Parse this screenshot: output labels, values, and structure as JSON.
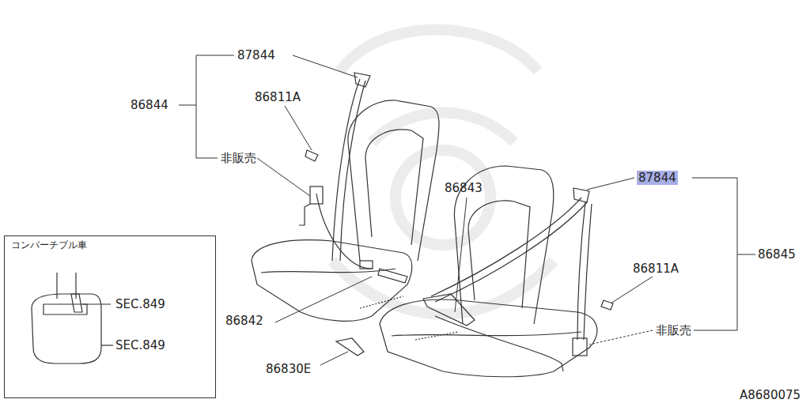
{
  "diagram": {
    "nodes": [
      {
        "text": [
          "コンバーチブル車"
        ]
      }
    ],
    "labels": [
      "87844",
      "86844",
      "86811A",
      "非販売",
      "86843",
      "87844",
      "86845",
      "86811A",
      "非販売",
      "86842",
      "86830E",
      "SEC.849",
      "SEC.849",
      "A8680075"
    ]
  }
}
